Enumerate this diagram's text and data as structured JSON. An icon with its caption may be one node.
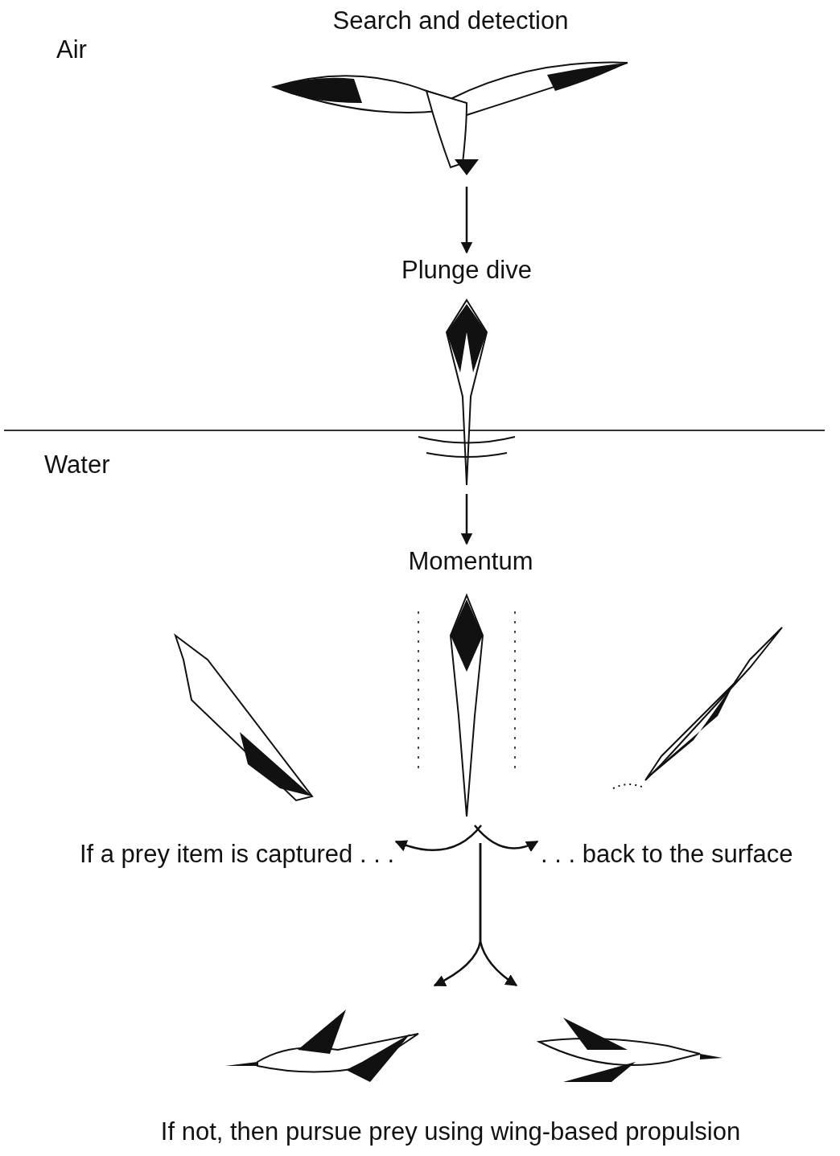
{
  "diagram": {
    "nodes": [
      {
        "text": [
          "Search and detection"
        ]
      },
      {
        "text": [
          "Plunge dive"
        ]
      },
      {
        "text": [
          "Momentum"
        ]
      },
      {
        "text": [
          "If a prey item is captured . . ."
        ]
      },
      {
        "text": [
          ". . . back to the surface"
        ]
      },
      {
        "text": [
          "If not, then pursue prey using wing-based propulsion"
        ]
      },
      {
        "text": [],
        "shape": "picture",
        "in": 5
      },
      {
        "text": [],
        "shape": "picture",
        "in": 5
      }
    ],
    "edges": [
      {
        "from": 0,
        "to": 1,
        "arrow": "to"
      },
      {
        "from": 1,
        "to": 2,
        "arrow": "to"
      },
      {
        "from": 2,
        "to": 3,
        "arrow": "to"
      },
      {
        "from": 2,
        "to": 4,
        "arrow": "to"
      },
      {
        "from": 2,
        "to": 6,
        "arrow": "to"
      },
      {
        "from": 2,
        "to": 7,
        "arrow": "to"
      }
    ],
    "labels": [
      "Air",
      "Water"
    ]
  }
}
